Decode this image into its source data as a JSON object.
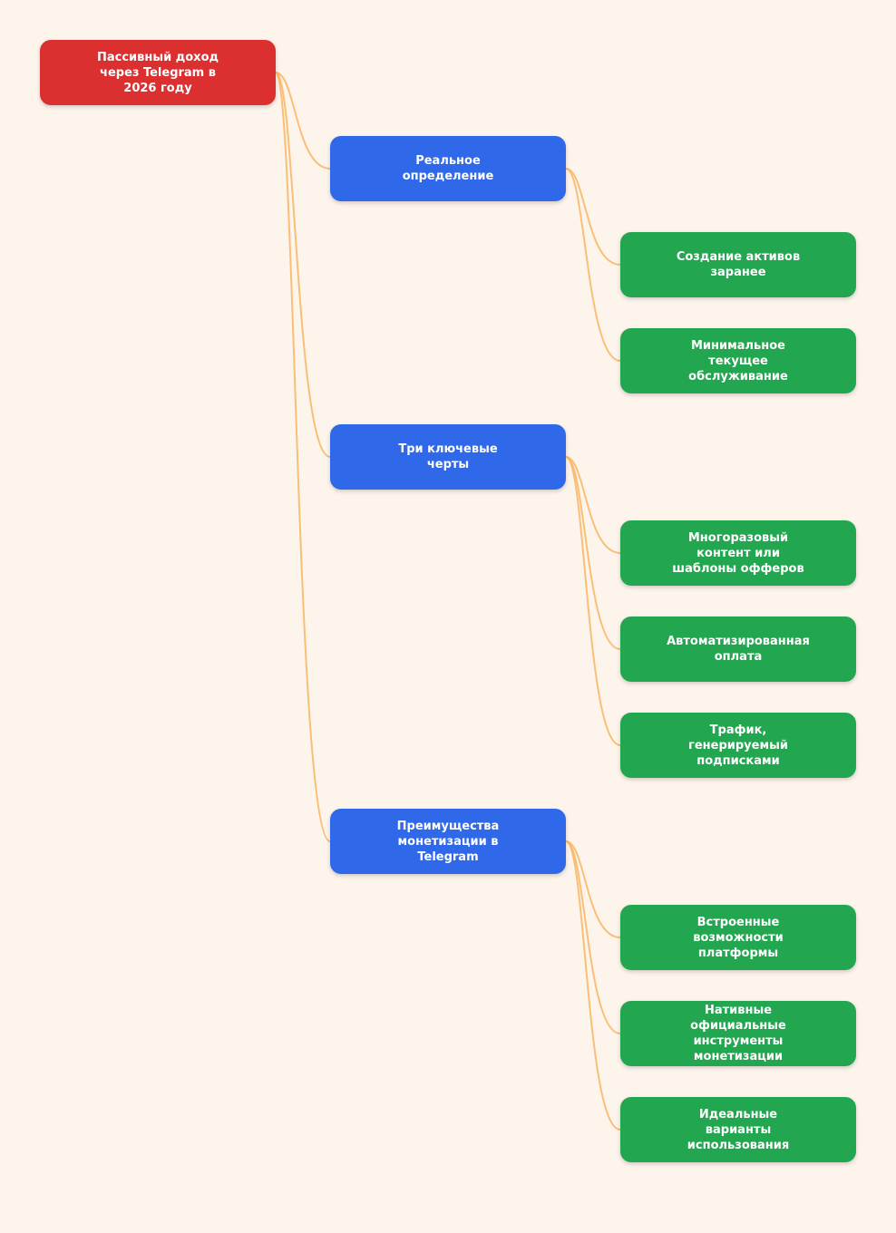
{
  "colors": {
    "background": "#fdf5ec",
    "root": "#dc2f2f",
    "branch": "#2f68e8",
    "leaf": "#22a64f",
    "link": "#f9b86a"
  },
  "root": {
    "label": "Пассивный доход через Telegram в 2026 году"
  },
  "branches": [
    {
      "label": "Реальное определение",
      "children": [
        {
          "label": "Создание активов заранее"
        },
        {
          "label": "Минимальное текущее обслуживание"
        }
      ]
    },
    {
      "label": "Три ключевые черты",
      "children": [
        {
          "label": "Многоразовый контент или шаблоны офферов"
        },
        {
          "label": "Автоматизированная оплата"
        },
        {
          "label": "Трафик, генерируемый подписками"
        }
      ]
    },
    {
      "label": "Преимущества монетизации в Telegram",
      "children": [
        {
          "label": "Встроенные возможности платформы"
        },
        {
          "label": "Нативные официальные инструменты монетизации"
        },
        {
          "label": "Идеальные варианты использования"
        }
      ]
    }
  ]
}
